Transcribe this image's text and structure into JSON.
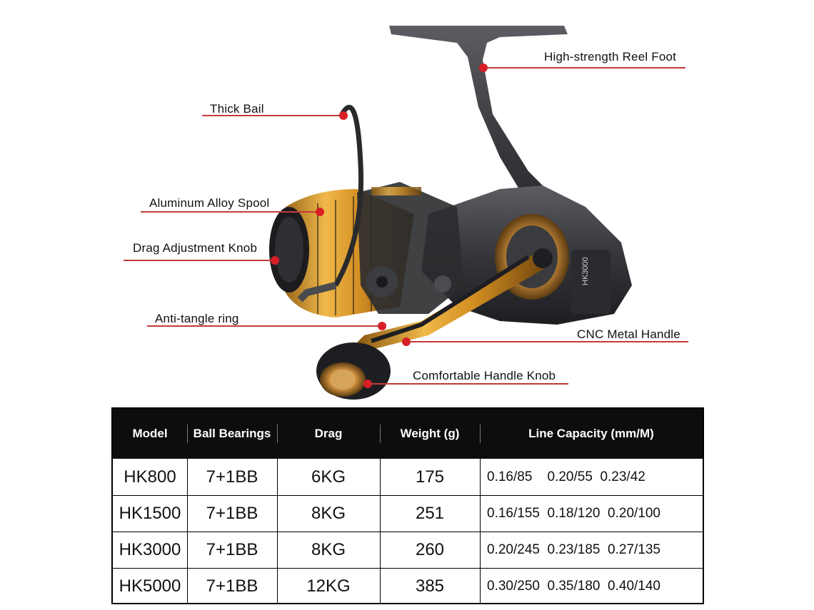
{
  "callouts": {
    "reel_foot": "High-strength Reel Foot",
    "thick_bail": "Thick Bail",
    "spool": "Aluminum Alloy Spool",
    "drag_knob": "Drag Adjustment Knob",
    "anti_tangle": "Anti-tangle ring",
    "handle": "CNC Metal Handle",
    "handle_knob": "Comfortable Handle Knob"
  },
  "reel_label": "HK3000",
  "table": {
    "headers": [
      "Model",
      "Ball Bearings",
      "Drag",
      "Weight (g)",
      "Line Capacity (mm/M)"
    ],
    "rows": [
      [
        "HK800",
        "7+1BB",
        "6KG",
        "175",
        "0.16/85    0.20/55  0.23/42"
      ],
      [
        "HK1500",
        "7+1BB",
        "8KG",
        "251",
        "0.16/155  0.18/120  0.20/100"
      ],
      [
        "HK3000",
        "7+1BB",
        "8KG",
        "260",
        "0.20/245  0.23/185  0.27/135"
      ],
      [
        "HK5000",
        "7+1BB",
        "12KG",
        "385",
        "0.30/250  0.35/180  0.40/140"
      ]
    ]
  },
  "colors": {
    "accent_red": "#c23b3b",
    "gold": "#d99a2b",
    "gunmetal": "#3a3b3e",
    "header_bg": "#0d0d0d"
  }
}
